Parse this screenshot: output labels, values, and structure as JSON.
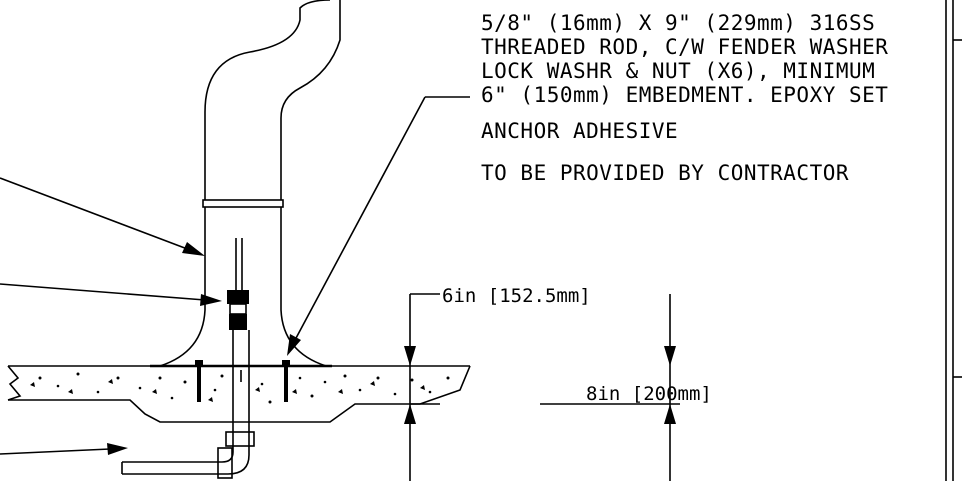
{
  "note": {
    "lines": [
      "5/8\" (16mm) X 9\" (229mm) 316SS",
      "THREADED ROD, C/W FENDER WASHER",
      "LOCK WASHR & NUT (X6), MINIMUM",
      "6\" (150mm) EMBEDMENT. EPOXY SET",
      "ANCHOR ADHESIVE",
      "TO BE PROVIDED BY CONTRACTOR"
    ]
  },
  "dimensions": {
    "upper": "6in [152.5mm]",
    "lower": "8in [200mm]"
  },
  "colors": {
    "line": "#000000",
    "background": "#ffffff"
  }
}
